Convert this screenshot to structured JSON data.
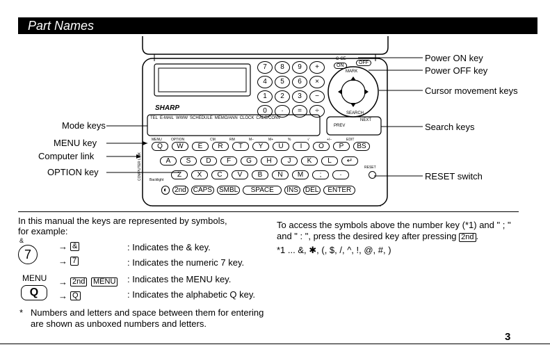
{
  "header": {
    "title": "Part Names"
  },
  "labels": {
    "left": [
      "Mode keys",
      "MENU key",
      "Computer link",
      "OPTION key"
    ],
    "right": [
      "Power ON key",
      "Power OFF key",
      "Cursor movement keys",
      "Search keys",
      "RESET switch"
    ]
  },
  "device": {
    "brand": "SHARP",
    "mode_keys": [
      "TEL",
      "E-MAIL",
      "WWW",
      "SCHEDULE",
      "MEMO/ANN",
      "CLOCK",
      "CALC/CONV"
    ],
    "numpad": [
      "7",
      "8",
      "9",
      "+",
      "4",
      "5",
      "6",
      "×",
      "1",
      "2",
      "3",
      "−",
      "0",
      "·",
      "=",
      "÷"
    ],
    "row1": [
      "Q",
      "W",
      "E",
      "R",
      "T",
      "Y",
      "U",
      "I",
      "O",
      "P",
      "BS"
    ],
    "row1_top": [
      "MENU",
      "OPTION",
      "",
      "CM",
      "RM",
      "M−",
      "M+",
      "%",
      "√",
      "+/−",
      "EDIT"
    ],
    "row2": [
      "A",
      "S",
      "D",
      "F",
      "G",
      "H",
      "J",
      "K",
      "L",
      "↵"
    ],
    "row3": [
      "Z",
      "X",
      "C",
      "V",
      "B",
      "N",
      "M",
      ";",
      "·"
    ],
    "row4": [
      "◐",
      "2nd",
      "CAPS",
      "SMBL",
      "SPACE",
      "INS",
      "DEL",
      "ENTER"
    ],
    "power_labels": [
      "C·CE",
      "ON",
      "OFF",
      "MARK"
    ],
    "search_labels": [
      "PREV",
      "NEXT",
      "SEARCH"
    ],
    "side_label": "COMPUTER LINK",
    "backlight_label": "Backlight",
    "reset_label": "RESET"
  },
  "body_text": {
    "intro": "In this manual the keys are represented by symbols,",
    "example": "for example:",
    "ex1_top": "&",
    "ex1_sym": "7",
    "ex1_key1": "&",
    "ex1_key2": "7",
    "ex3_top": "MENU",
    "ex3_sym": "Q",
    "ex3_key_a": "2nd",
    "ex3_key_b": "MENU",
    "ex4_key": "Q",
    "arrow": "→",
    "desc1": ": Indicates the & key.",
    "desc2": ": Indicates the numeric 7 key.",
    "desc3": ": Indicates the MENU key.",
    "desc4": ": Indicates the alphabetic Q key.",
    "note_star": "*",
    "note1": "Numbers and letters and space between them for entering",
    "note2": "are shown as unboxed numbers and letters.",
    "right1": "To access the symbols above the number key (*1) and \" ; \"",
    "right2a": "and \" : \", press the desired key after pressing",
    "right2_key": "2nd",
    "right2b": ".",
    "right3": "*1 ... &, ✱, (, $, /, ^, !, @, #, )"
  },
  "page_number": "3"
}
